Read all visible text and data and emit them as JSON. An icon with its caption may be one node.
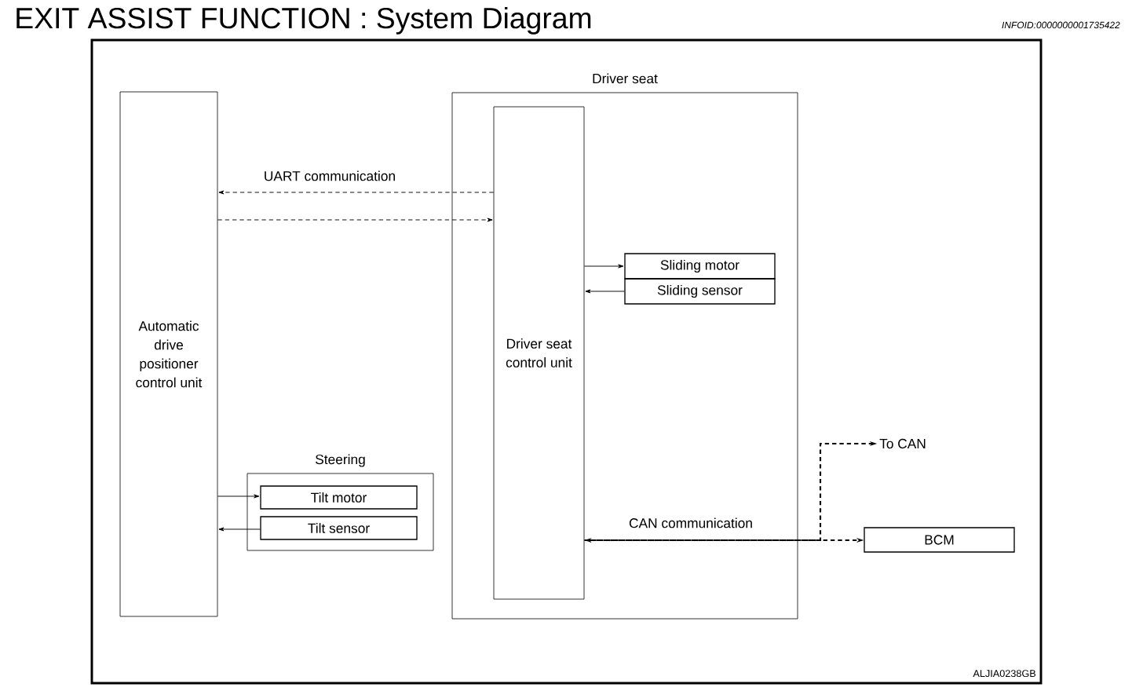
{
  "diagram": {
    "title": "EXIT ASSIST FUNCTION : System Diagram",
    "nodes": [
      {
        "text": [
          "Automatic drive positioner control unit"
        ]
      },
      {
        "text": [
          "Driver seat"
        ]
      },
      {
        "text": [
          "Driver seat control unit"
        ],
        "in": 1
      },
      {
        "text": [
          "Sliding motor"
        ],
        "in": 1
      },
      {
        "text": [
          "Sliding sensor"
        ],
        "in": 1
      },
      {
        "text": [
          "Steering"
        ]
      },
      {
        "text": [
          "Tilt motor"
        ],
        "in": 5
      },
      {
        "text": [
          "Tilt sensor"
        ],
        "in": 5
      },
      {
        "text": [
          "To CAN"
        ]
      },
      {
        "text": [
          "BCM"
        ]
      }
    ],
    "edges": [
      {
        "from": 2,
        "to": 0,
        "arrow": "to",
        "style": "dashed",
        "label": "UART communication"
      },
      {
        "from": 0,
        "to": 2,
        "arrow": "to",
        "style": "dashed"
      },
      {
        "from": 2,
        "to": 3,
        "arrow": "to"
      },
      {
        "from": 4,
        "to": 2,
        "arrow": "to"
      },
      {
        "from": 0,
        "to": 6,
        "arrow": "to"
      },
      {
        "from": 7,
        "to": 0,
        "arrow": "to"
      },
      {
        "from": 2,
        "to": 9,
        "arrow": "both",
        "style": "dashed",
        "label": "CAN communication"
      },
      {
        "from": 2,
        "to": 8,
        "arrow": "to",
        "style": "dashed"
      }
    ],
    "labels": [
      "INFOID:0000000001735422",
      "ALJIA0238GB"
    ]
  }
}
